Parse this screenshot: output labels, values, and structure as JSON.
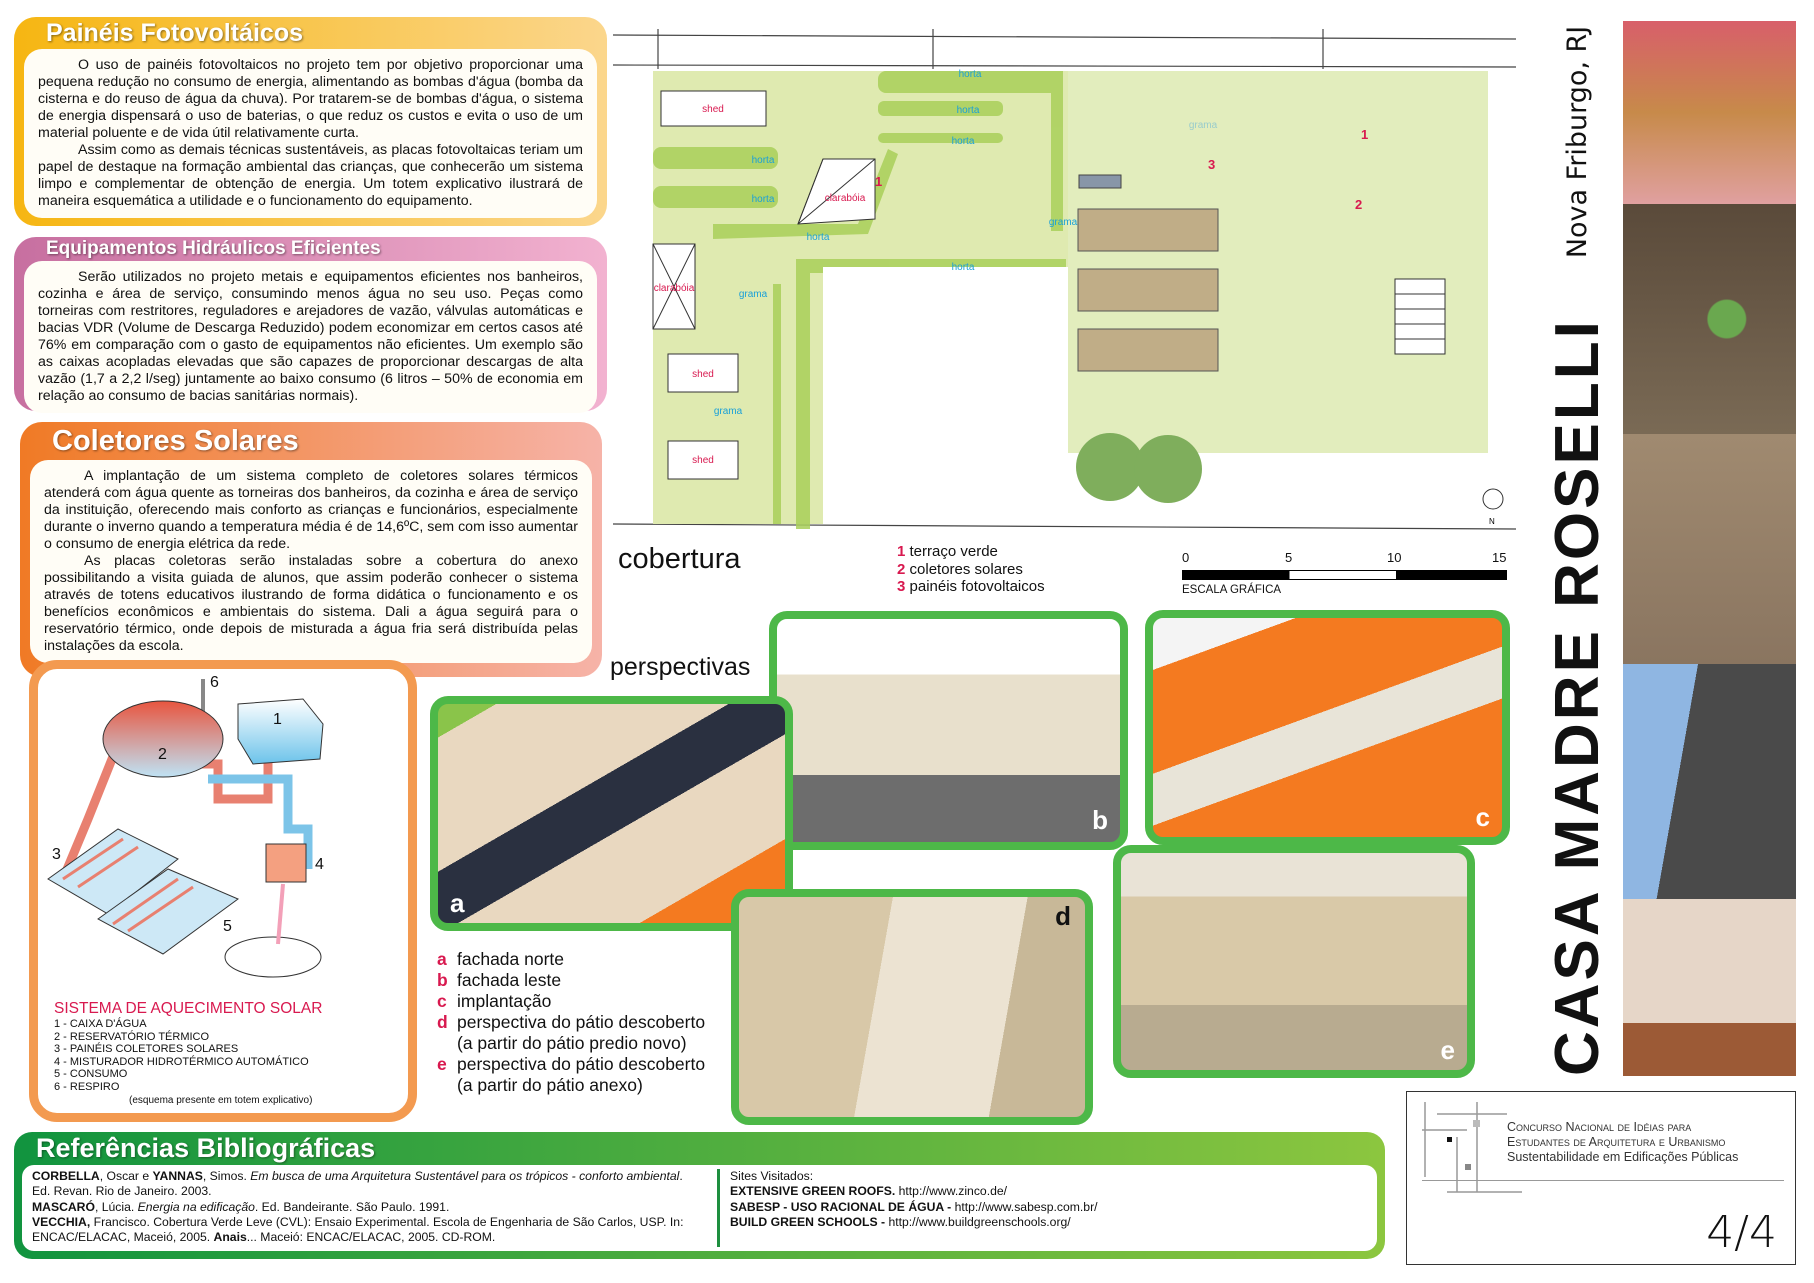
{
  "panels": {
    "fotovoltaicos": {
      "title": "Painéis Fotovoltáicos",
      "paragraphs": [
        "O uso de painéis fotovoltaicos no projeto tem por objetivo proporcionar uma pequena redução no consumo de energia, alimentando as bombas d'água (bomba da cisterna e do reuso de água da chuva). Por tratarem-se de bombas d'água, o sistema de energia dispensará o uso de baterias, o que reduz os custos e evita o uso de um material poluente e de vida útil relativamente curta.",
        "Assim como as demais técnicas sustentáveis, as placas fotovoltaicas teriam um papel de destaque na formação ambiental das crianças, que conhecerão um sistema limpo e complementar de obtenção de energia. Um totem explicativo ilustrará de maneira esquemática a utilidade e o funcionamento do equipamento."
      ]
    },
    "hidraulicos": {
      "title": "Equipamentos Hidráulicos Eficientes",
      "paragraphs": [
        "Serão utilizados no projeto metais e equipamentos eficientes nos banheiros, cozinha e área de serviço, consumindo menos água no seu uso. Peças como torneiras com restritores, reguladores e arejadores de vazão, válvulas automáticas e bacias VDR (Volume de Descarga Reduzido) podem economizar em certos casos até 76% em comparação com o gasto de equipamentos não eficientes. Um exemplo são as caixas acopladas elevadas que são capazes de proporcionar descargas de alta vazão (1,7 a 2,2 l/seg) juntamente ao baixo consumo (6 litros – 50% de economia em relação ao consumo de bacias sanitárias normais)."
      ]
    },
    "coletores": {
      "title": "Coletores Solares",
      "paragraphs": [
        "A implantação de um sistema completo de coletores solares térmicos atenderá com água quente as torneiras dos banheiros, da cozinha e área de serviço da instituição, oferecendo mais conforto as crianças e funcionários, especialmente durante o inverno quando a temperatura média é de 14,6ºC, sem com isso aumentar o consumo de energia elétrica da rede.",
        "As placas coletoras serão instaladas sobre a cobertura do anexo possibilitando a visita guiada de alunos, que assim poderão conhecer o sistema através de totens educativos ilustrando de forma didática o funcionamento e os benefícios econômicos e ambientais do sistema.  Dali a água seguirá para o reservatório térmico, onde depois de misturada a água fria será distribuída pelas instalações da escola."
      ]
    }
  },
  "diagram": {
    "numbers": [
      "1",
      "2",
      "3",
      "4",
      "5",
      "6"
    ],
    "title": "SISTEMA DE AQUECIMENTO SOLAR",
    "items": [
      "1 - CAIXA D'ÁGUA",
      "2 - RESERVATÓRIO TÉRMICO",
      "3 - PAINÉIS COLETORES SOLARES",
      "4 - MISTURADOR HIDROTÉRMICO AUTOMÁTICO",
      "5 - CONSUMO",
      "6 - RESPIRO"
    ],
    "note": "(esquema presente em totem explicativo)"
  },
  "plan": {
    "labels": {
      "shed": "shed",
      "horta": "horta",
      "grama": "grama",
      "claraboia": "clarabóia",
      "n": "N",
      "one": "1",
      "two": "2",
      "three": "3"
    },
    "title": "cobertura",
    "legend": [
      {
        "k": "1",
        "v": "terraço verde"
      },
      {
        "k": "2",
        "v": "coletores solares"
      },
      {
        "k": "3",
        "v": "painéis fotovoltaicos"
      }
    ],
    "scale": {
      "ticks": [
        "0",
        "5",
        "10",
        "15"
      ],
      "label": "ESCALA GRÁFICA"
    }
  },
  "perspectives": {
    "title": "perspectivas",
    "images": [
      "a",
      "b",
      "c",
      "d",
      "e"
    ],
    "legend": [
      {
        "k": "a",
        "v": "fachada norte"
      },
      {
        "k": "b",
        "v": "fachada leste"
      },
      {
        "k": "c",
        "v": "implantação"
      },
      {
        "k": "d",
        "v": "perspectiva do pátio descoberto",
        "v2": "(a partir do pátio predio novo)"
      },
      {
        "k": "e",
        "v": "perspectiva do pátio descoberto",
        "v2": "(a partir do pátio anexo)"
      }
    ]
  },
  "references": {
    "title": "Referências Bibliográficas",
    "books": [
      {
        "a": "CORBELLA",
        "b": ", Oscar e ",
        "c": "YANNAS",
        "d": ", Simos. ",
        "i": "Em busca de uma Arquitetura Sustentável para os trópicos - conforto ambiental",
        "e": ". Ed. Revan. Rio de Janeiro. 2003."
      },
      {
        "a": "MASCARÓ",
        "b": ", Lúcia. ",
        "i": "Energia na edificação",
        "e": ". Ed. Bandeirante. São Paulo. 1991."
      },
      {
        "a": "VECCHIA,",
        "b": " Francisco. Cobertura Verde Leve (CVL): Ensaio Experimental. Escola de Engenharia de São Carlos, USP. In: ENCAC/ELACAC, Maceió, 2005. ",
        "c": "Anais",
        "e": "... Maceió: ENCAC/ELACAC, 2005. CD-ROM."
      }
    ],
    "sites_title": "Sites Visitados:",
    "sites": [
      {
        "name": "EXTENSIVE GREEN ROOFS.",
        "url": " http://www.zinco.de/"
      },
      {
        "name": "SABESP - USO RACIONAL DE ÁGUA -",
        "url": " http://www.sabesp.com.br/"
      },
      {
        "name": "BUILD GREEN SCHOOLS -",
        "url": " http://www.buildgreenschools.org/"
      }
    ]
  },
  "brand": {
    "title": "CASA MADRE ROSELLI",
    "location": "Nova Friburgo, RJ"
  },
  "contest": {
    "line1": "Concurso Nacional de Idéias para",
    "line2": "Estudantes de Arquitetura e Urbanismo",
    "line3": "Sustentabilidade em Edificações Públicas",
    "page": "4/4"
  },
  "colors": {
    "red": "#d8194f",
    "green": "#4db848",
    "orange": "#f47a20",
    "horta_text": "#1aa0d8"
  }
}
